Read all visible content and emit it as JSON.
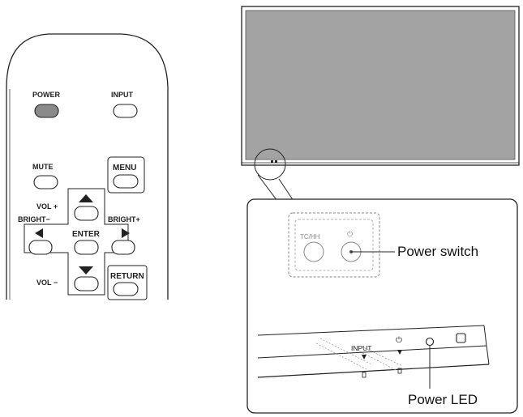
{
  "remote": {
    "power": "POWER",
    "input": "INPUT",
    "mute": "MUTE",
    "menu": "MENU",
    "vol_plus": "VOL +",
    "vol_minus": "VOL −",
    "bright_minus": "BRIGHT−",
    "bright_plus": "BRIGHT+",
    "enter": "ENTER",
    "return": "RETURN"
  },
  "detail": {
    "power_switch_label": "Power switch",
    "power_led_label": "Power LED",
    "input_label": "INPUT",
    "tc_label": "TC/HH",
    "power_symbol": "⏻"
  },
  "colors": {
    "power_button_fill": "#8a8a8a",
    "monitor_screen": "#a3a3a3"
  }
}
